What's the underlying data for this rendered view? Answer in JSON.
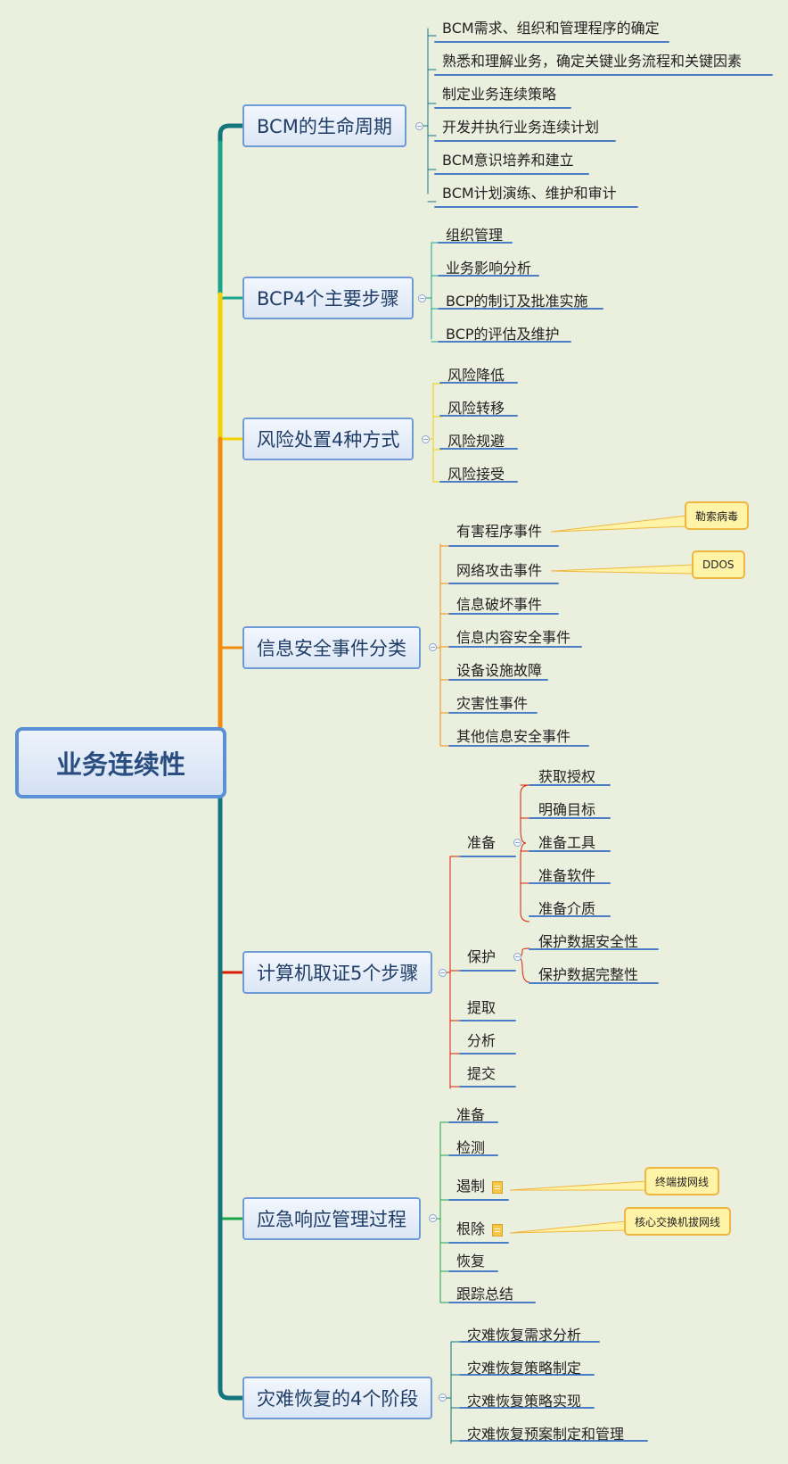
{
  "root": {
    "label": "业务连续性"
  },
  "branches": [
    {
      "label": "BCM的生命周期",
      "items": [
        "BCM需求、组织和管理程序的确定",
        "熟悉和理解业务，确定关键业务流程和关键因素",
        "制定业务连续策略",
        "开发并执行业务连续计划",
        "BCM意识培养和建立",
        "BCM计划演练、维护和审计"
      ]
    },
    {
      "label": "BCP4个主要步骤",
      "items": [
        "组织管理",
        "业务影响分析",
        "BCP的制订及批准实施",
        "BCP的评估及维护"
      ]
    },
    {
      "label": "风险处置4种方式",
      "items": [
        "风险降低",
        "风险转移",
        "风险规避",
        "风险接受"
      ]
    },
    {
      "label": "信息安全事件分类",
      "items": [
        "有害程序事件",
        "网络攻击事件",
        "信息破坏事件",
        "信息内容安全事件",
        "设备设施故障",
        "灾害性事件",
        "其他信息安全事件"
      ]
    },
    {
      "label": "计算机取证5个步骤",
      "items": [
        "准备",
        "保护",
        "提取",
        "分析",
        "提交"
      ],
      "prepare_items": [
        "获取授权",
        "明确目标",
        "准备工具",
        "准备软件",
        "准备介质"
      ],
      "protect_items": [
        "保护数据安全性",
        "保护数据完整性"
      ]
    },
    {
      "label": "应急响应管理过程",
      "items": [
        "准备",
        "检测",
        "遏制",
        "根除",
        "恢复",
        "跟踪总结"
      ]
    },
    {
      "label": "灾难恢复的4个阶段",
      "items": [
        "灾难恢复需求分析",
        "灾难恢复策略制定",
        "灾难恢复策略实现",
        "灾难恢复预案制定和管理"
      ]
    }
  ],
  "callouts": {
    "ransomware": "勒索病毒",
    "ddos": "DDOS",
    "contain": "终端拔网线",
    "eradicate": "核心交换机拔网线"
  },
  "colors": {
    "b1": "#13757e",
    "b2": "#1aa58a",
    "b3": "#f2d200",
    "b4": "#f18c0e",
    "b5": "#d81e06",
    "b6": "#19a34a",
    "b7": "#13757e",
    "underline": "#4a7fc8"
  }
}
